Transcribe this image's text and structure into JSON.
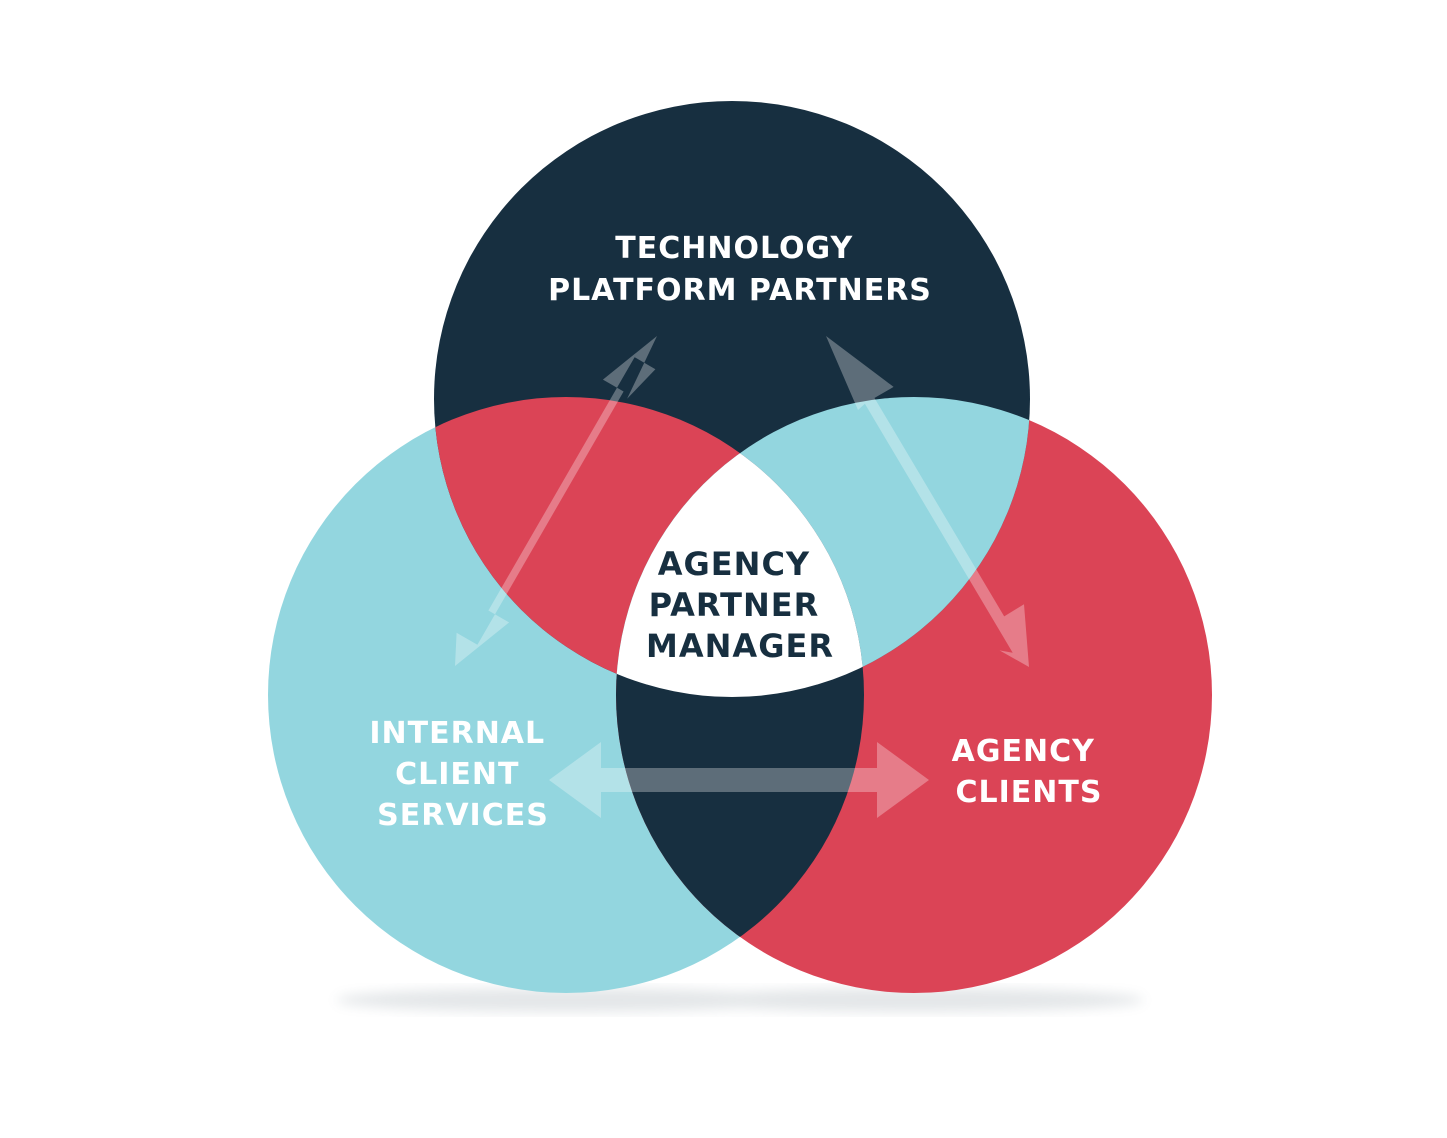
{
  "diagram": {
    "colors": {
      "background": "#ffffff",
      "navy": "#172f40",
      "teal": "#93d6df",
      "red": "#db4456",
      "white": "#ffffff"
    },
    "circles": {
      "top": {
        "label_lines": [
          "TECHNOLOGY",
          "PLATFORM PARTNERS"
        ],
        "color": "#172f40"
      },
      "left": {
        "label_lines": [
          "INTERNAL",
          "CLIENT",
          "SERVICES"
        ],
        "color": "#93d6df"
      },
      "right": {
        "label_lines": [
          "AGENCY",
          "CLIENTS"
        ],
        "color": "#db4456"
      }
    },
    "center": {
      "label_lines": [
        "AGENCY",
        "PARTNER",
        "MANAGER"
      ],
      "color": "#172f40"
    },
    "arrows": [
      {
        "name": "top-left",
        "connects": [
          "TECHNOLOGY PLATFORM PARTNERS",
          "INTERNAL CLIENT SERVICES"
        ],
        "style": "double-headed"
      },
      {
        "name": "top-right",
        "connects": [
          "TECHNOLOGY PLATFORM PARTNERS",
          "AGENCY CLIENTS"
        ],
        "style": "double-headed"
      },
      {
        "name": "bottom",
        "connects": [
          "INTERNAL CLIENT SERVICES",
          "AGENCY CLIENTS"
        ],
        "style": "double-headed"
      }
    ]
  }
}
